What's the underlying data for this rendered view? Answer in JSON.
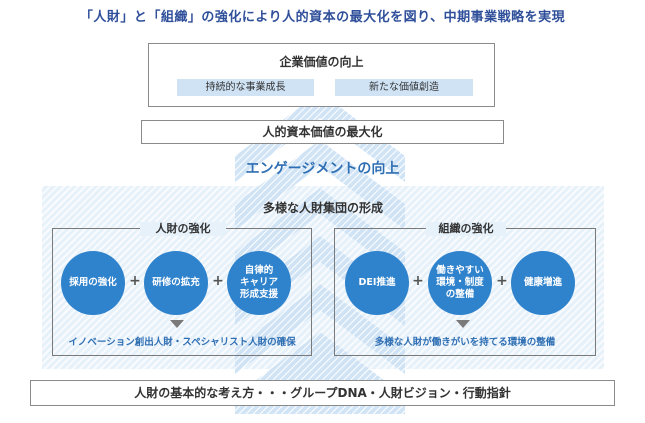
{
  "title": "「人財」と「組織」の強化により人的資本の最大化を図り、中期事業戦略を実現",
  "corporate_value": {
    "label": "企業価値の向上",
    "items": [
      "持続的な事業成長",
      "新たな価値創造"
    ]
  },
  "human_capital_label": "人的資本価値の最大化",
  "engagement_label": "エンゲージメントの向上",
  "diversity_label": "多様な人財集団の形成",
  "talent": {
    "title": "人財の強化",
    "items": [
      "採用の強化",
      "研修の拡充",
      "自律的\nキャリア\n形成支援"
    ],
    "outcome": "イノベーション創出人財・スペシャリスト人財の確保"
  },
  "organization": {
    "title": "組織の強化",
    "items": [
      "DEI推進",
      "働きやすい\n環境・制度\nの整備",
      "健康増進"
    ],
    "outcome": "多様な人財が働きがいを持てる環境の整備"
  },
  "plus": "+",
  "foundation_label": "人財の基本的な考え方・・・グループDNA・人財ビジョン・行動指針",
  "colors": {
    "title": "#2f4f9a",
    "accent": "#2f6fb3",
    "circle": "#2f82cc",
    "pill": "#cfe3f5",
    "band": "#e6f1fa"
  }
}
